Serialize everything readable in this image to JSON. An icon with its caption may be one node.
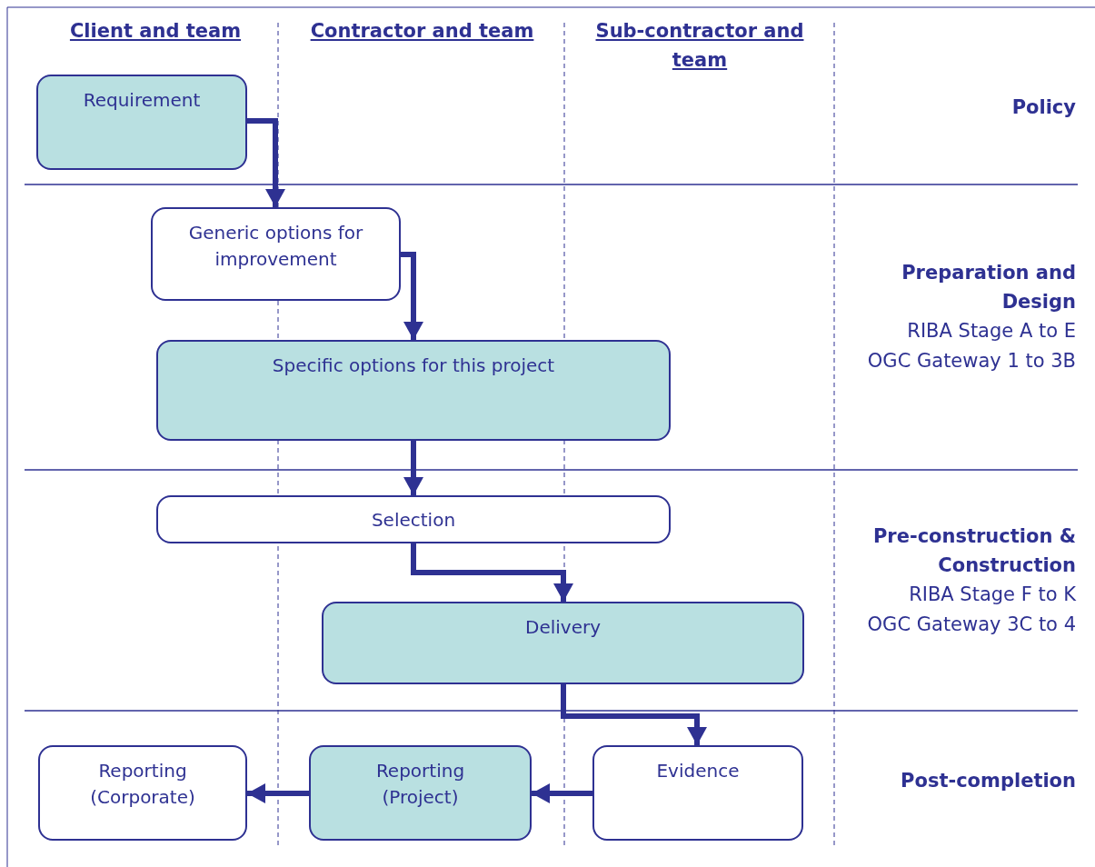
{
  "diagram": {
    "nodes": [
      {
        "text": [
          "Requirement"
        ]
      },
      {
        "text": [
          "Generic options for improvement"
        ]
      },
      {
        "text": [
          "Specific options for this project"
        ]
      },
      {
        "text": [
          "Selection"
        ]
      },
      {
        "text": [
          "Delivery"
        ]
      },
      {
        "text": [
          "Reporting (Corporate)"
        ]
      },
      {
        "text": [
          "Reporting (Project)"
        ]
      },
      {
        "text": [
          "Evidence"
        ]
      }
    ],
    "edges": [
      {
        "from": 0,
        "to": 1,
        "arrow": "to"
      },
      {
        "from": 1,
        "to": 2,
        "arrow": "to"
      },
      {
        "from": 2,
        "to": 3,
        "arrow": "to"
      },
      {
        "from": 3,
        "to": 4,
        "arrow": "to"
      },
      {
        "from": 4,
        "to": 7,
        "arrow": "to"
      },
      {
        "from": 7,
        "to": 6,
        "arrow": "to"
      },
      {
        "from": 6,
        "to": 5,
        "arrow": "to"
      }
    ],
    "labels": [
      "Client and team",
      "Contractor and team",
      "Sub-contractor and team",
      "Policy",
      "Preparation and Design",
      "RIBA Stage A to E",
      "OGC Gateway 1 to 3B",
      "Pre-construction & Construction",
      "RIBA Stage F to K",
      "OGC Gateway 3C to 4",
      "Post-completion"
    ]
  }
}
